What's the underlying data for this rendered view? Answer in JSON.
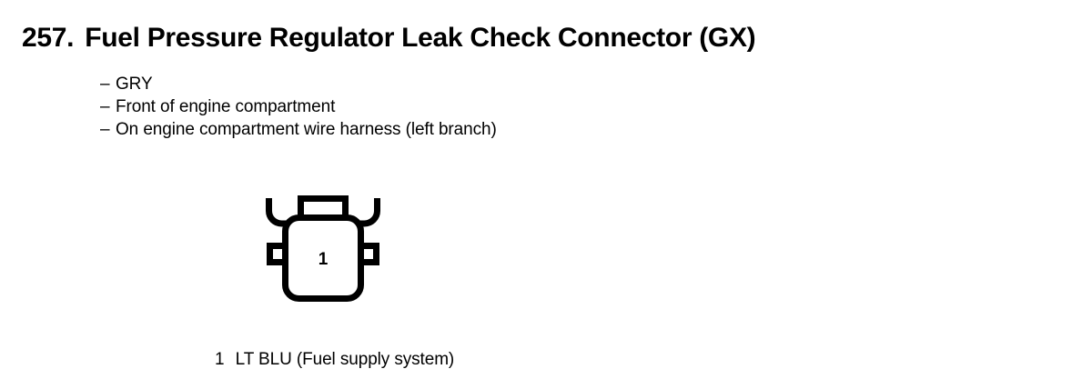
{
  "heading": {
    "number": "257.",
    "title": "Fuel Pressure Regulator Leak Check Connector (GX)"
  },
  "attributes": {
    "dash": "–",
    "items": [
      {
        "text": "GRY"
      },
      {
        "text": "Front of engine compartment"
      },
      {
        "text": "On engine compartment wire harness (left branch)"
      }
    ]
  },
  "connector": {
    "name": "Fuel Pressure Regulator Leak Check Connector",
    "cavity_count": 1,
    "pins": [
      {
        "number": "1"
      }
    ],
    "stroke_color": "#000000",
    "fill_color": "#ffffff"
  },
  "caption": {
    "pin": "1",
    "text": "LT BLU (Fuel supply system)"
  },
  "colors": {
    "background": "#ffffff",
    "foreground": "#000000"
  }
}
